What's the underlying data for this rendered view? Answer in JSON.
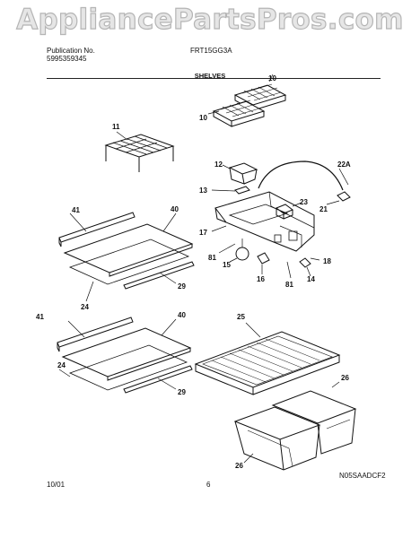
{
  "watermark": "AppliancePartsPros.com",
  "header": {
    "publication_label": "Publication No.",
    "publication_number": "5995359345",
    "model": "FRT15GG3A",
    "section_title": "SHELVES"
  },
  "callouts": {
    "c10a": "10",
    "c10b": "10",
    "c11": "11",
    "c12": "12",
    "c13": "13",
    "c22a": "22A",
    "c23": "23",
    "c21": "21",
    "c17": "17",
    "c81a": "81",
    "c15": "15",
    "c16": "16",
    "c81b": "81",
    "c14": "14",
    "c18": "18",
    "c41a": "41",
    "c40a": "40",
    "c29a": "29",
    "c24a": "24",
    "c41b": "41",
    "c40b": "40",
    "c24b": "24",
    "c29b": "29",
    "c25": "25",
    "c26a": "26",
    "c26b": "26"
  },
  "footer": {
    "date": "10/01",
    "page": "6",
    "drawing_code": "N05SAADCF2"
  }
}
